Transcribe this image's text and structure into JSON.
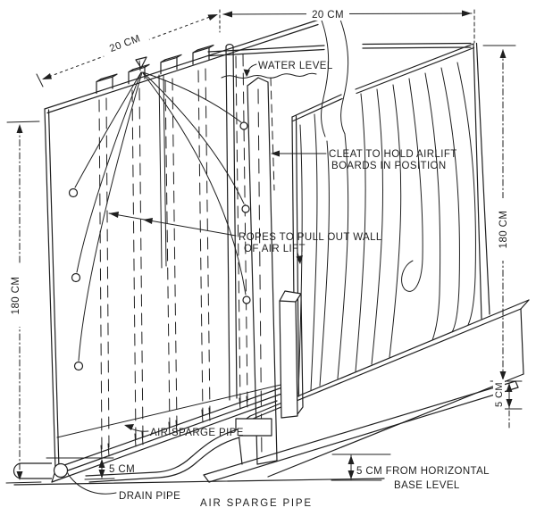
{
  "diagram": {
    "type": "technical-line-drawing",
    "subject": "Airlift tank assembly with sparge and drain pipes",
    "colors": {
      "ink": "#1f1f1f",
      "paper": "#ffffff"
    },
    "dimensions": {
      "top_diagonal": "20 CM",
      "top_horizontal": "20 CM",
      "left_height": "180 CM",
      "right_height": "180 CM",
      "sparge_height_left": "5 CM",
      "pipe_height_right": "5 CM",
      "base_note_line1": "5 CM FROM HORIZONTAL",
      "base_note_line2": "BASE LEVEL"
    },
    "annotations": {
      "water_level": "WATER LEVEL",
      "cleat_line1": "CLEAT TO HOLD AIRLIFT",
      "cleat_line2": "BOARDS IN POSITION",
      "ropes_line1": "ROPES TO PULL OUT WALL",
      "ropes_line2": "OF AIR LIFT",
      "air_sparge_pipe_inner": "AIR SPARGE PIPE",
      "drain_pipe": "DRAIN PIPE",
      "air_sparge_pipe_caption": "AIR SPARGE PIPE"
    }
  }
}
